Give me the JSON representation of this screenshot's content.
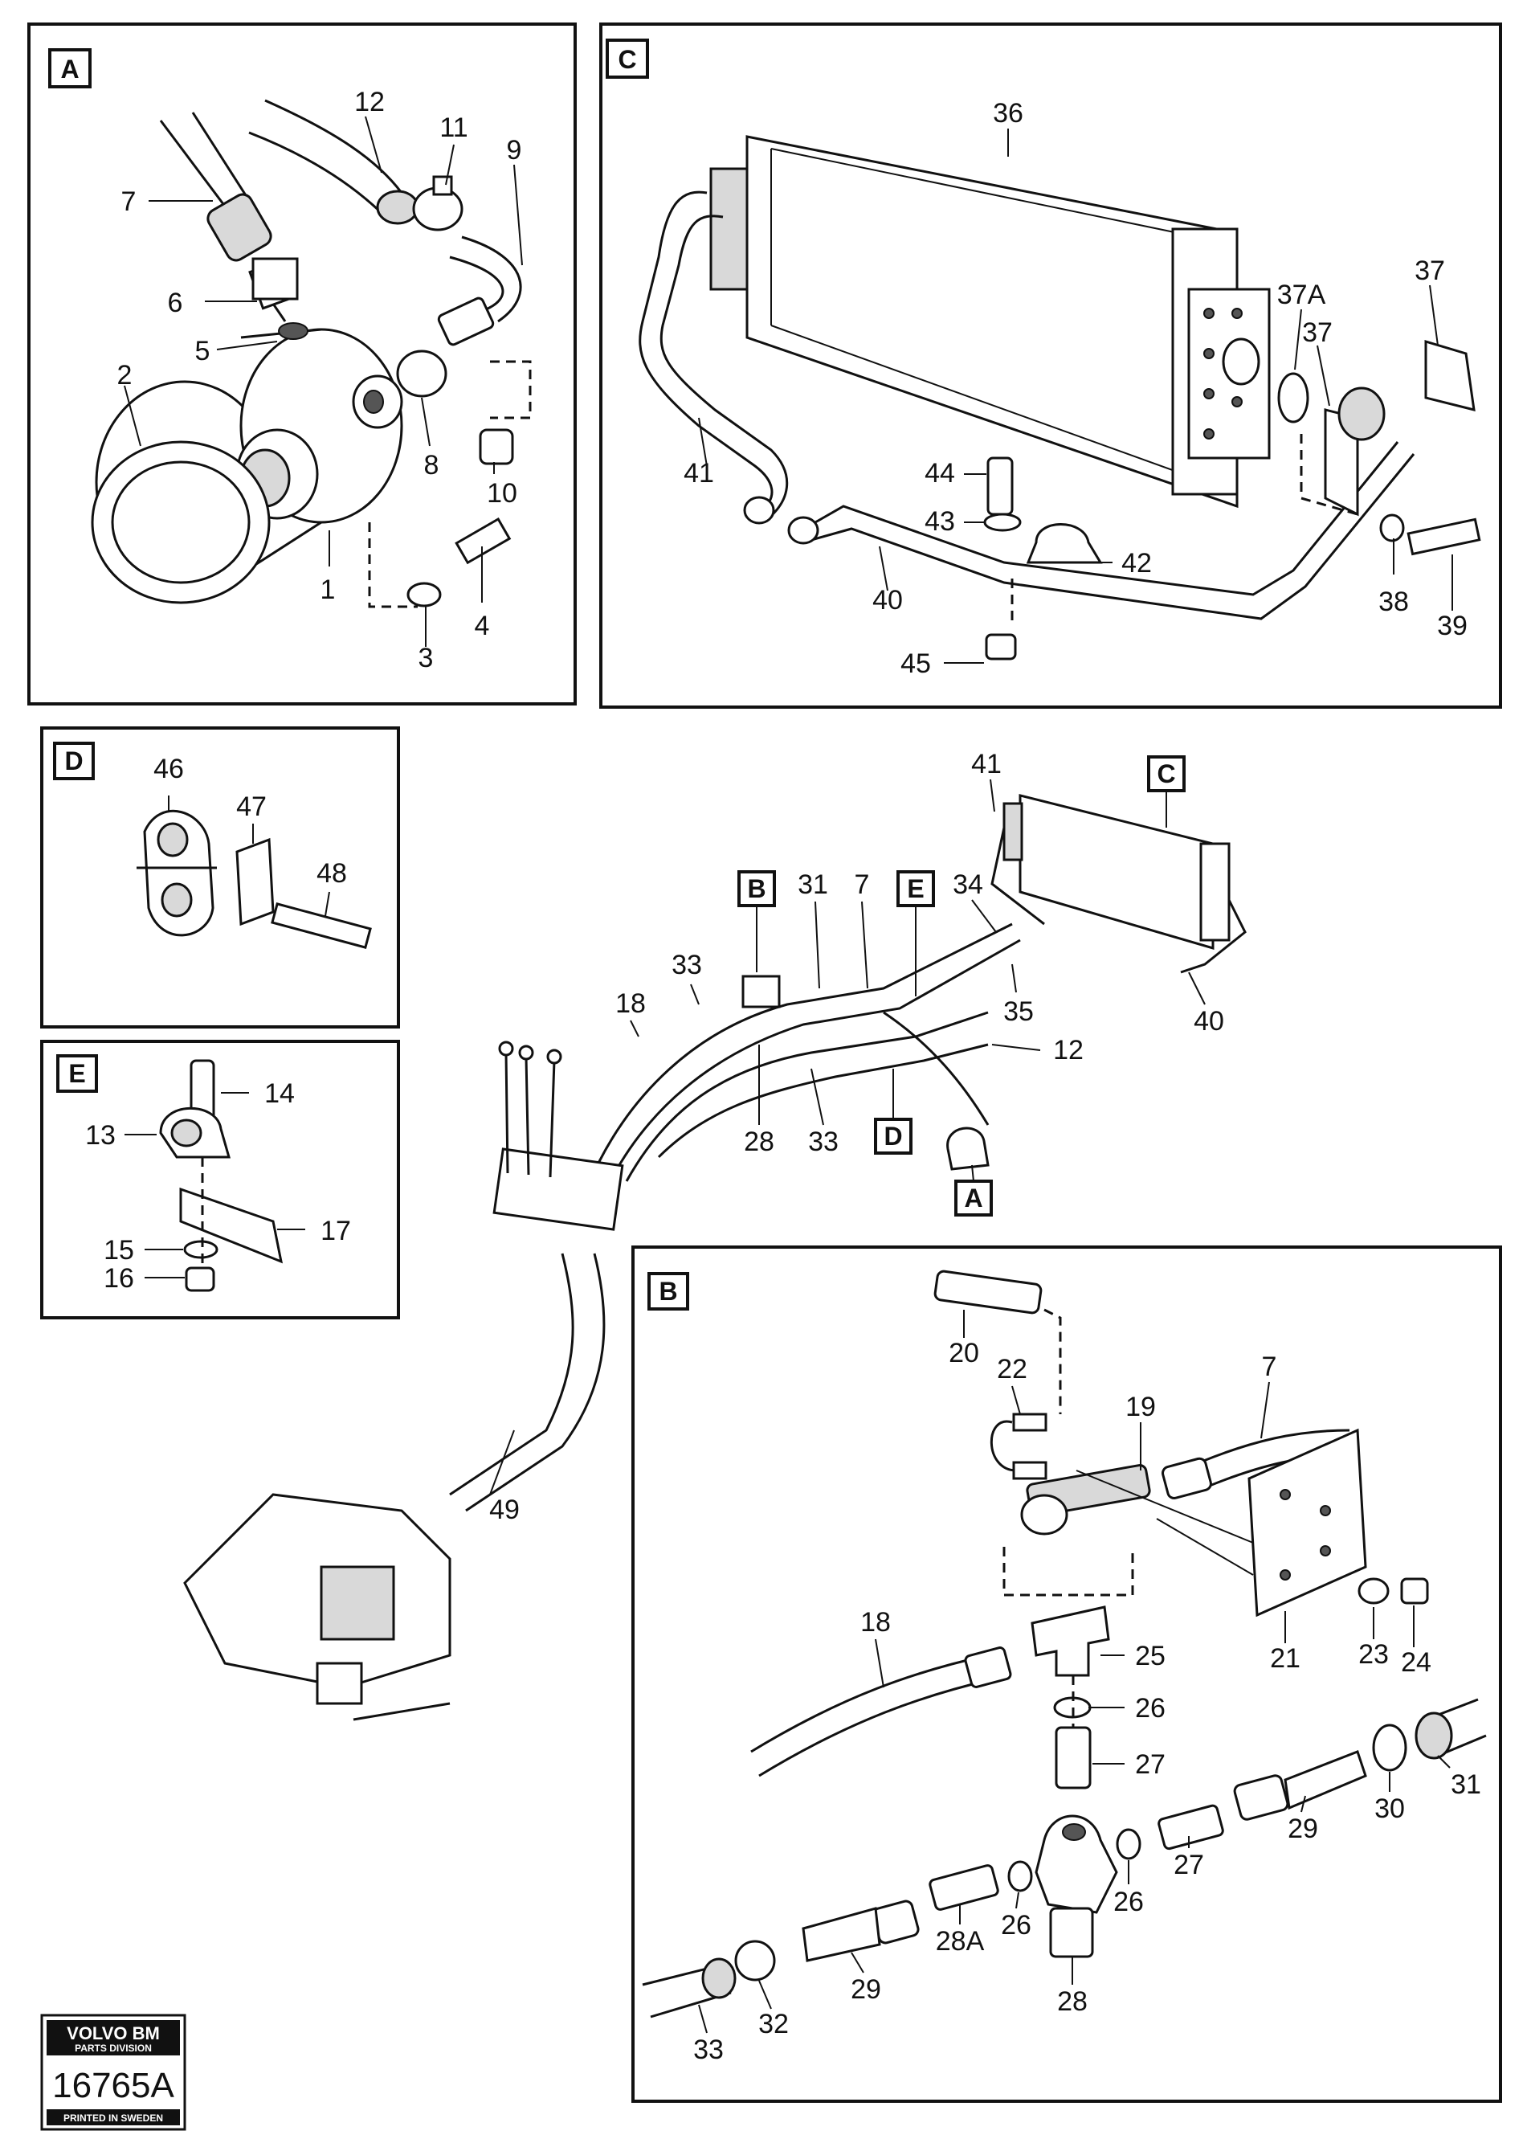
{
  "panels": {
    "A": "A",
    "B": "B",
    "C": "C",
    "D": "D",
    "E": "E"
  },
  "markers": {
    "main_B": "B",
    "main_E": "E",
    "main_C": "C",
    "main_D": "D",
    "main_A": "A"
  },
  "labels": {
    "A_12": "12",
    "A_11": "11",
    "A_9": "9",
    "A_7": "7",
    "A_6": "6",
    "A_5": "5",
    "A_2": "2",
    "A_8": "8",
    "A_10": "10",
    "A_1": "1",
    "A_3": "3",
    "A_4": "4",
    "C_36": "36",
    "C_37A": "37A",
    "C_37a": "37",
    "C_37b": "37",
    "C_41": "41",
    "C_44": "44",
    "C_43": "43",
    "C_42": "42",
    "C_40": "40",
    "C_38": "38",
    "C_39": "39",
    "C_45": "45",
    "D_46": "46",
    "D_47": "47",
    "D_48": "48",
    "E_14": "14",
    "E_13": "13",
    "E_17": "17",
    "E_15": "15",
    "E_16": "16",
    "M_41": "41",
    "M_31": "31",
    "M_7": "7",
    "M_34": "34",
    "M_33a": "33",
    "M_18": "18",
    "M_35": "35",
    "M_40": "40",
    "M_12": "12",
    "M_28": "28",
    "M_33b": "33",
    "M_49": "49",
    "B_20": "20",
    "B_22": "22",
    "B_19": "19",
    "B_7": "7",
    "B_18": "18",
    "B_25": "25",
    "B_26a": "26",
    "B_21": "21",
    "B_23": "23",
    "B_24": "24",
    "B_27a": "27",
    "B_31": "31",
    "B_30": "30",
    "B_29a": "29",
    "B_27b": "27",
    "B_26b": "26",
    "B_26c": "26",
    "B_28A": "28A",
    "B_29b": "29",
    "B_28": "28",
    "B_32": "32",
    "B_33": "33"
  },
  "logo": {
    "brand": "VOLVO BM",
    "division": "PARTS DIVISION",
    "number": "16765A",
    "printed": "PRINTED IN SWEDEN"
  }
}
